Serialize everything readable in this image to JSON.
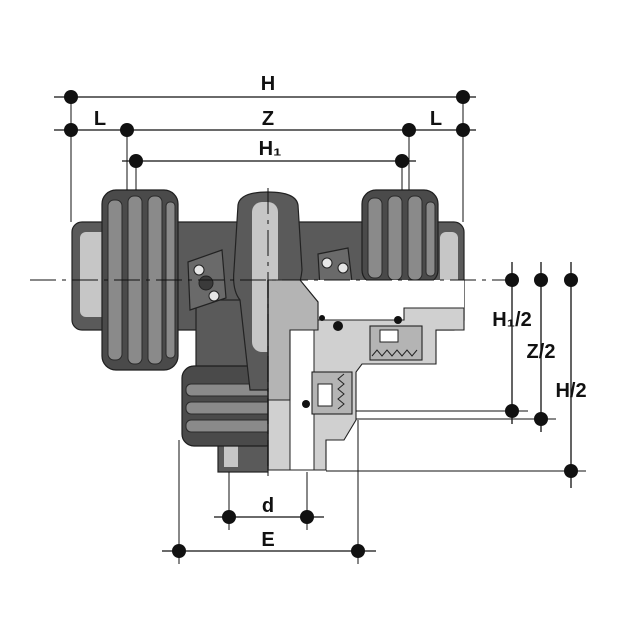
{
  "drawing": {
    "dimension_labels": {
      "H": "H",
      "Z": "Z",
      "L_left": "L",
      "L_right": "L",
      "H1": "H₁",
      "H1_half": "H₁/2",
      "Z_half": "Z/2",
      "H_half": "H/2",
      "d": "d",
      "E": "E"
    },
    "colors": {
      "body": "#5a5a5a",
      "nut": "#4a4a4a",
      "section": "#d0d0d0",
      "line": "#111111"
    }
  }
}
